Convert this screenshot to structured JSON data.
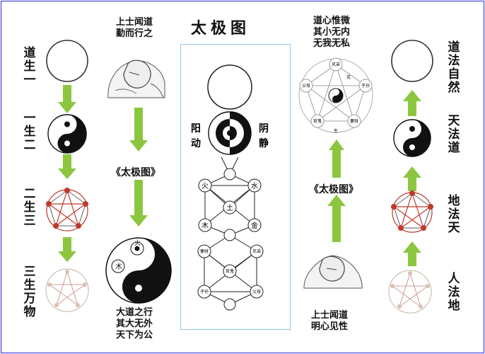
{
  "title": "太极图",
  "left_labels": [
    "道生一",
    "一生二",
    "二生三",
    "三生万物"
  ],
  "right_labels": [
    "道法自然",
    "天法道",
    "地法天",
    "人法地"
  ],
  "top_left_text": [
    "上士闻道",
    "勤而行之"
  ],
  "bottom_left_text": [
    "大道之行",
    "其大无外",
    "天下为公"
  ],
  "top_right_text": [
    "道心惟微",
    "其小无内",
    "无我无私"
  ],
  "bottom_right_text": [
    "上士闻道",
    "明心见性"
  ],
  "mid_left_quote": "《太极图》",
  "mid_right_quote": "《太极图》",
  "center_side_labels": {
    "left": "阳动",
    "right": "阴静"
  },
  "element_labels": {
    "fire": "火",
    "water": "水",
    "earth": "土",
    "wood": "木",
    "metal": "金"
  },
  "relation_labels": {
    "wealth": "妻财",
    "brothers": "兄弟",
    "officer": "官鬼",
    "parents": "父母",
    "children": "子孙"
  },
  "small_wheel_labels": {
    "brothers": "兄弟",
    "children": "子孙",
    "parents": "父母",
    "officer": "官鬼",
    "wealth": "妻财",
    "birth": "生",
    "overcome": "克"
  },
  "colors": {
    "arrow": "#8cc63f",
    "frame": "#2c2cd6",
    "center_border": "#8cc8e6",
    "star": "#c0392b"
  }
}
